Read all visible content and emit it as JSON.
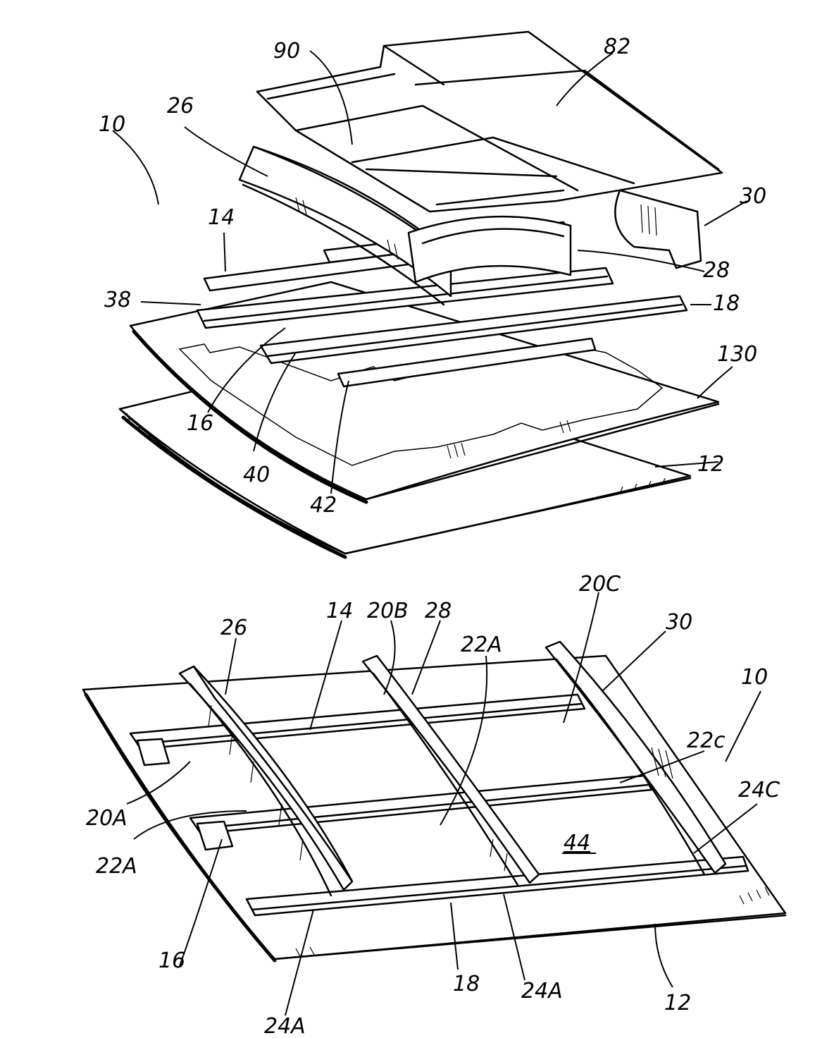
{
  "figure_top": {
    "labels": {
      "l10": "10",
      "l26": "26",
      "l90": "90",
      "l82": "82",
      "l30": "30",
      "l14": "14",
      "l28": "28",
      "l38": "38",
      "l18": "18",
      "l130": "130",
      "l16": "16",
      "l40": "40",
      "l42": "42",
      "l12": "12"
    }
  },
  "figure_bottom": {
    "labels": {
      "l26": "26",
      "l14": "14",
      "l20B": "20B",
      "l28": "28",
      "l20C": "20C",
      "l30": "30",
      "l22A_top": "22A",
      "l10": "10",
      "l22c": "22c",
      "l20A": "20A",
      "l24C": "24C",
      "l22A_left": "22A",
      "l44": "44",
      "l16": "16",
      "l24A_left": "24A",
      "l18": "18",
      "l24A_right": "24A",
      "l12": "12"
    }
  }
}
